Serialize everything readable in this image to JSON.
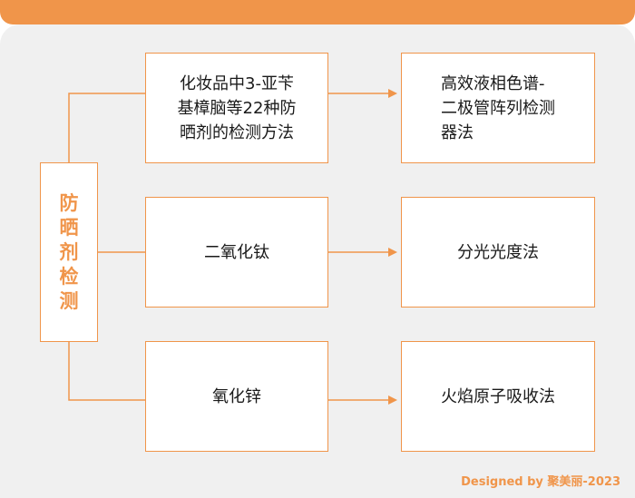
{
  "root": {
    "label": "防晒剂检测"
  },
  "rows": [
    {
      "substance": "化妆品中3-亚苄\n基樟脑等22种防\n晒剂的检测方法",
      "method": "高效液相色谱-\n二极管阵列检测\n器法"
    },
    {
      "substance": "二氧化钛",
      "method": "分光光度法"
    },
    {
      "substance": "氧化锌",
      "method": "火焰原子吸收法"
    }
  ],
  "footer": {
    "text": "Designed by 聚美丽-2023"
  },
  "colors": {
    "accent": "#f0954a",
    "panel": "#f0f0f0",
    "text": "#1a1a1a"
  }
}
